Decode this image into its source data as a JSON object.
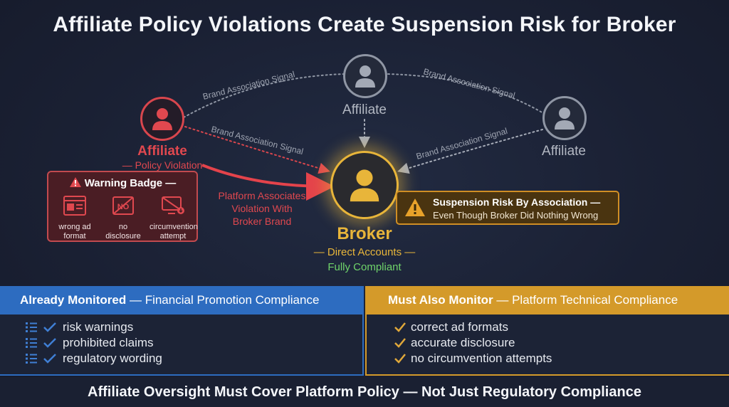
{
  "title": "Affiliate Policy Violations Create Suspension Risk for Broker",
  "nodes": {
    "affiliate_violator": {
      "name": "Affiliate",
      "subtitle": "— Policy Violation"
    },
    "affiliate_top": {
      "name": "Affiliate"
    },
    "affiliate_right": {
      "name": "Affiliate"
    },
    "broker": {
      "name": "Broker",
      "line1": "— Direct Accounts —",
      "line2": "Fully Compliant"
    }
  },
  "signals": {
    "top_left": "Brand Association Signal",
    "top_right": "Brand Association Signal",
    "mid_left": "Brand Association Signal",
    "mid_right": "Brand Association Signal"
  },
  "platform_text": [
    "Platform Associates",
    "Violation With",
    "Broker Brand"
  ],
  "warning_badge": {
    "title": "Warning Badge —",
    "items": [
      {
        "icon": "ad-format-icon",
        "label_lines": [
          "wrong ad",
          "format"
        ]
      },
      {
        "icon": "no-disclosure-icon",
        "label_lines": [
          "no",
          "disclosure"
        ]
      },
      {
        "icon": "circumvention-icon",
        "label_lines": [
          "circumvention",
          "attempt"
        ]
      }
    ]
  },
  "suspension": {
    "line1": "Suspension Risk By Association —",
    "line2": "Even Though Broker Did Nothing Wrong"
  },
  "panels": {
    "left": {
      "head_bold": "Already Monitored",
      "head_rest": " — Financial Promotion Compliance",
      "items": [
        "risk warnings",
        "prohibited claims",
        "regulatory wording"
      ]
    },
    "right": {
      "head_bold": "Must Also Monitor",
      "head_rest": " — Platform Technical Compliance",
      "items": [
        "correct ad formats",
        "accurate disclosure",
        "no circumvention attempts"
      ]
    }
  },
  "footer": "Affiliate Oversight Must Cover Platform Policy — Not Just Regulatory Compliance",
  "colors": {
    "red": "#e0484f",
    "gold": "#e8b53a",
    "gray": "#9ea4b1",
    "blue": "#2d6cc0",
    "green": "#6fd36a"
  }
}
